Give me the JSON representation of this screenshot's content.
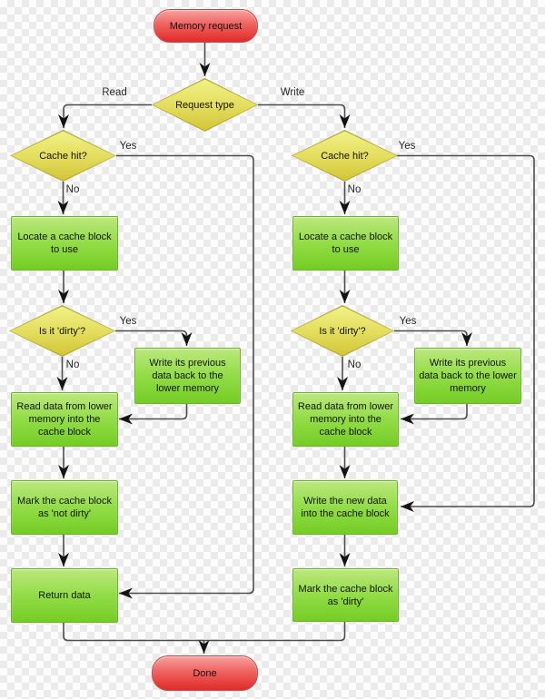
{
  "diagram": {
    "description": "Cache memory request flowchart on transparent checkerboard background",
    "nodes": {
      "memory_request": "Memory request",
      "request_type": "Request type",
      "cache_hit_read": "Cache hit?",
      "locate_read": "Locate a cache block to use",
      "dirty_read": "Is it 'dirty'?",
      "write_prev_read": "Write its previous data back to the lower memory",
      "read_data_read": "Read data from lower memory into the cache block",
      "mark_not_dirty": "Mark the cache block as 'not dirty'",
      "return_data": "Return data",
      "cache_hit_write": "Cache hit?",
      "locate_write": "Locate a cache block to use",
      "dirty_write": "Is it 'dirty'?",
      "write_prev_write": "Write its previous data back to the lower memory",
      "read_data_write": "Read data from lower memory into the cache block",
      "write_new_data": "Write the new data into the cache block",
      "mark_dirty": "Mark the cache block as 'dirty'",
      "done": "Done"
    },
    "edge_labels": {
      "read_branch": "Read",
      "write_branch": "Write",
      "cache_hit_read_yes": "Yes",
      "cache_hit_read_no": "No",
      "dirty_read_yes": "Yes",
      "dirty_read_no": "No",
      "cache_hit_write_yes": "Yes",
      "cache_hit_write_no": "No",
      "dirty_write_yes": "Yes",
      "dirty_write_no": "No"
    },
    "colors": {
      "process_fill_top": "#bce87e",
      "process_fill_bottom": "#74cd24",
      "process_border": "#6cb22e",
      "decision_fill_top": "#f1f186",
      "decision_fill_bottom": "#d2c637",
      "terminal_fill_top": "#f7a2a0",
      "terminal_fill_bottom": "#e02b28",
      "edge_stroke": "#4d4d4d",
      "arrowhead": "#141414",
      "checker_light": "#fcfcfc",
      "checker_dark": "#ebebeb"
    }
  }
}
